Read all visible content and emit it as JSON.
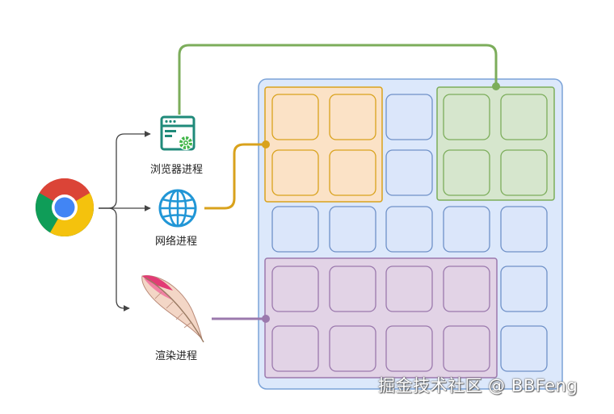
{
  "labels": {
    "browser_process": "浏览器进程",
    "network_process": "网络进程",
    "render_process": "渲染进程"
  },
  "watermark": "掘金技术社区 @ BBFeng",
  "colors": {
    "grid_bg": "#dce8fb",
    "grid_border": "#7ba3d8",
    "tile_fill": "#dbe6fa",
    "tile_border": "#6f91c8",
    "network_accent": "#d9a21c",
    "network_region_fill": "#fbe2c6",
    "browser_accent": "#7cad5b",
    "browser_region_fill": "#d6e6cd",
    "render_accent": "#9b79ad",
    "render_region_fill": "#e2d3e6",
    "arrow": "#444444",
    "browser_icon": "#1f8a7a",
    "network_icon": "#2196d6"
  },
  "icons": [
    "chrome-logo-icon",
    "browser-window-gear-icon",
    "globe-icon",
    "feather-icon"
  ]
}
